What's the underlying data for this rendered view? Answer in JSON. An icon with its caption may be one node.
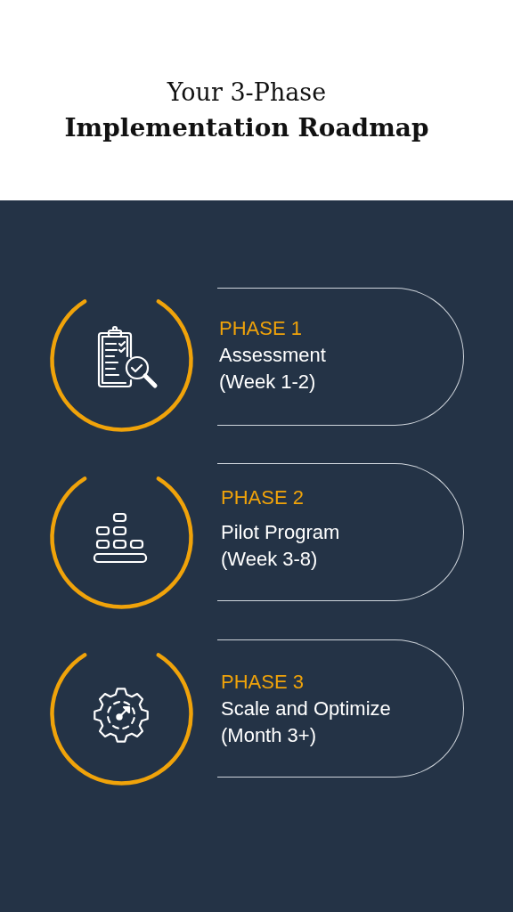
{
  "diagram": {
    "title": "Your 3-Phase **Implementation Roadmap**",
    "nodes": [
      {
        "text": [
          "PHASE 1",
          "Assessment",
          "(Week 1-2)"
        ]
      },
      {
        "text": [
          "PHASE 2",
          "Pilot Program",
          "(Week 3-8)"
        ]
      },
      {
        "text": [
          "PHASE 3",
          "Scale and Optimize",
          "(Month 3+)"
        ]
      }
    ]
  }
}
